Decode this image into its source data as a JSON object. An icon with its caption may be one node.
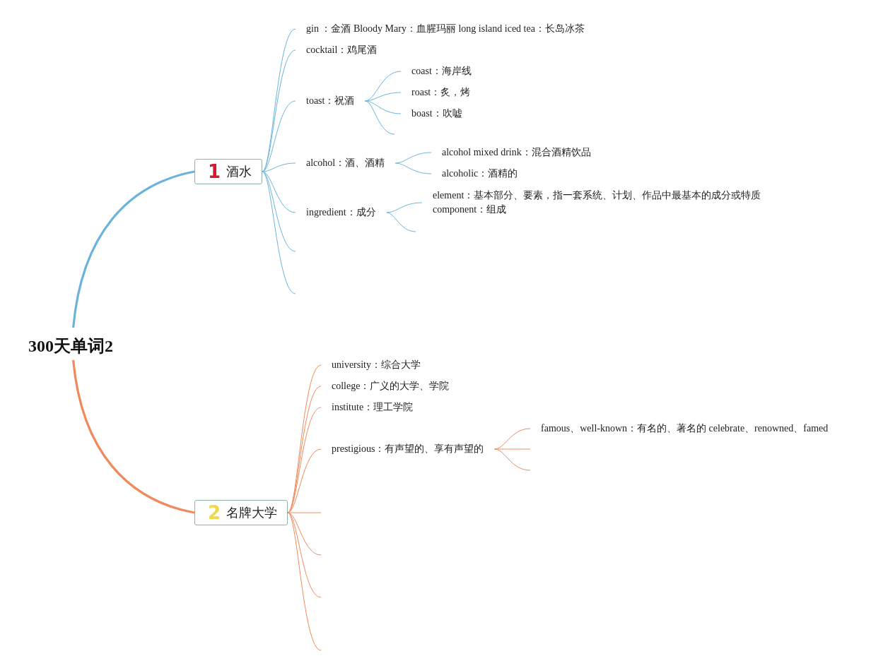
{
  "diagram": {
    "nodes": [
      {
        "text": [
          "300天单词2"
        ]
      },
      {
        "text": [
          "1",
          "酒水"
        ]
      },
      {
        "text": [
          "gin ：金酒 Bloody Mary：血腥玛丽 long island iced tea：长岛冰茶"
        ]
      },
      {
        "text": [
          "cocktail：鸡尾酒"
        ]
      },
      {
        "text": [
          "toast：祝酒"
        ]
      },
      {
        "text": [
          "coast：海岸线"
        ]
      },
      {
        "text": [
          "roast：炙，烤"
        ]
      },
      {
        "text": [
          "boast：吹嘘"
        ]
      },
      {
        "text": [
          "alcohol：酒、酒精"
        ]
      },
      {
        "text": [
          "alcohol mixed drink：混合酒精饮品"
        ]
      },
      {
        "text": [
          "alcoholic：酒精的"
        ]
      },
      {
        "text": [
          "ingredient：成分"
        ]
      },
      {
        "text": [
          "element：基本部分、要素，指一套系统、计划、作品中最基本的成分或特质",
          "component：组成"
        ]
      },
      {
        "text": [
          "2",
          "名牌大学"
        ]
      },
      {
        "text": [
          "university：综合大学"
        ]
      },
      {
        "text": [
          "college：广义的大学、学院"
        ]
      },
      {
        "text": [
          "institute：理工学院"
        ]
      },
      {
        "text": [
          "prestigious：有声望的、享有声望的"
        ]
      },
      {
        "text": [
          "famous、well-known：有名的、著名的 celebrate、renowned、famed"
        ]
      }
    ],
    "edges": [
      {
        "from": 0,
        "to": 1,
        "arrow": "none",
        "style": "thick"
      },
      {
        "from": 1,
        "to": 2,
        "arrow": "none"
      },
      {
        "from": 1,
        "to": 3,
        "arrow": "none"
      },
      {
        "from": 1,
        "to": 4,
        "arrow": "none"
      },
      {
        "from": 1,
        "to": 8,
        "arrow": "none"
      },
      {
        "from": 1,
        "to": 11,
        "arrow": "none"
      },
      {
        "from": 1,
        "to": null,
        "arrow": "none"
      },
      {
        "from": 1,
        "to": null,
        "arrow": "none"
      },
      {
        "from": 4,
        "to": 5,
        "arrow": "none"
      },
      {
        "from": 4,
        "to": 6,
        "arrow": "none"
      },
      {
        "from": 4,
        "to": 7,
        "arrow": "none"
      },
      {
        "from": 4,
        "to": null,
        "arrow": "none"
      },
      {
        "from": 8,
        "to": 9,
        "arrow": "none"
      },
      {
        "from": 8,
        "to": 10,
        "arrow": "none"
      },
      {
        "from": 11,
        "to": 12,
        "arrow": "none"
      },
      {
        "from": 11,
        "to": null,
        "arrow": "none"
      },
      {
        "from": 0,
        "to": 13,
        "arrow": "none",
        "style": "thick",
        "color": "#f08a5d"
      },
      {
        "from": 13,
        "to": 14,
        "arrow": "none",
        "color": "#f08a5d"
      },
      {
        "from": 13,
        "to": 15,
        "arrow": "none",
        "color": "#f08a5d"
      },
      {
        "from": 13,
        "to": 16,
        "arrow": "none",
        "color": "#f08a5d"
      },
      {
        "from": 13,
        "to": 17,
        "arrow": "none",
        "color": "#f08a5d"
      },
      {
        "from": 13,
        "to": null,
        "arrow": "none",
        "color": "#f08a5d"
      },
      {
        "from": 13,
        "to": null,
        "arrow": "none",
        "color": "#f08a5d"
      },
      {
        "from": 13,
        "to": null,
        "arrow": "none",
        "color": "#f08a5d"
      },
      {
        "from": 13,
        "to": null,
        "arrow": "none",
        "color": "#f08a5d"
      },
      {
        "from": 17,
        "to": 18,
        "arrow": "none",
        "color": "#f08a5d"
      },
      {
        "from": 17,
        "to": null,
        "arrow": "none",
        "color": "#f08a5d"
      },
      {
        "from": 17,
        "to": null,
        "arrow": "none",
        "color": "#f08a5d"
      }
    ]
  }
}
